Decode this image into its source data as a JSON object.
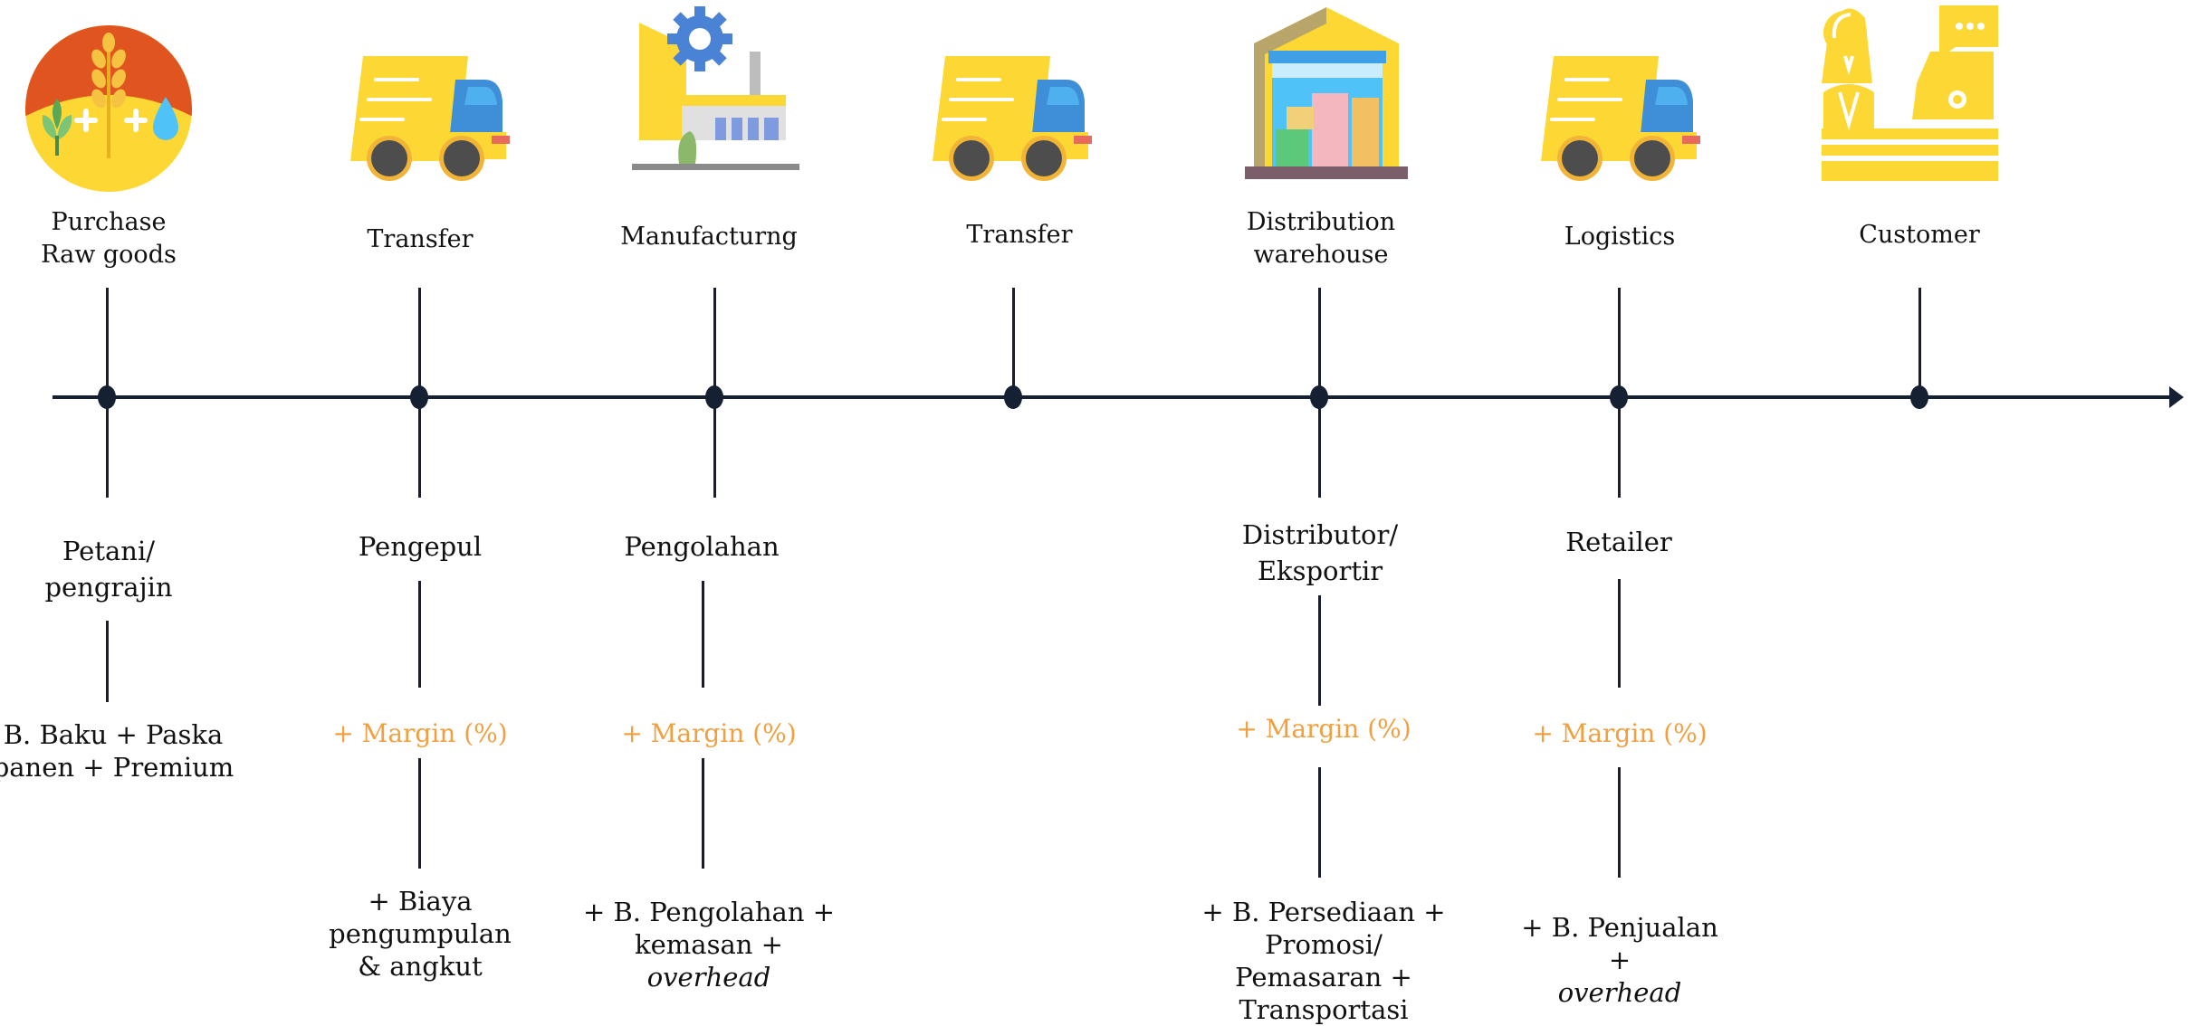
{
  "steps": [
    {
      "top_label": [
        "Purchase",
        "Raw goods"
      ],
      "icon": "raw-goods-icon"
    },
    {
      "top_label": [
        "Transfer"
      ],
      "icon": "truck-icon"
    },
    {
      "top_label": [
        "Manufacturng"
      ],
      "icon": "factory-icon"
    },
    {
      "top_label": [
        "Transfer"
      ],
      "icon": "truck-icon"
    },
    {
      "top_label": [
        "Distribution",
        "warehouse"
      ],
      "icon": "warehouse-icon"
    },
    {
      "top_label": [
        "Logistics"
      ],
      "icon": "truck-icon"
    },
    {
      "top_label": [
        "Customer"
      ],
      "icon": "customer-service-icon"
    }
  ],
  "actors": [
    {
      "name": [
        "Petani/",
        "pengrajin"
      ],
      "cost": [
        "B. Baku + Paska",
        "panen + Premium"
      ]
    },
    {
      "name": [
        "Pengepul"
      ],
      "margin": "+ Margin (%)",
      "cost": [
        "+ Biaya",
        "pengumpulan",
        "& angkut"
      ]
    },
    {
      "name": [
        "Pengolahan"
      ],
      "margin": "+ Margin (%)",
      "cost": [
        "+ B. Pengolahan +",
        "kemasan +"
      ],
      "cost_italic": "overhead"
    },
    {
      "name": [
        "Distributor/",
        "Eksportir"
      ],
      "margin": "+ Margin (%)",
      "cost": [
        "+ B. Persediaan +",
        "Promosi/",
        "Pemasaran +",
        "Transportasi"
      ]
    },
    {
      "name": [
        "Retailer"
      ],
      "margin": "+ Margin (%)",
      "cost": [
        "+ B. Penjualan",
        "+"
      ],
      "cost_italic": "overhead"
    }
  ],
  "colors": {
    "axis": "#152033",
    "icon_yellow": "#fdd835",
    "margin_orange": "#f0a040"
  }
}
